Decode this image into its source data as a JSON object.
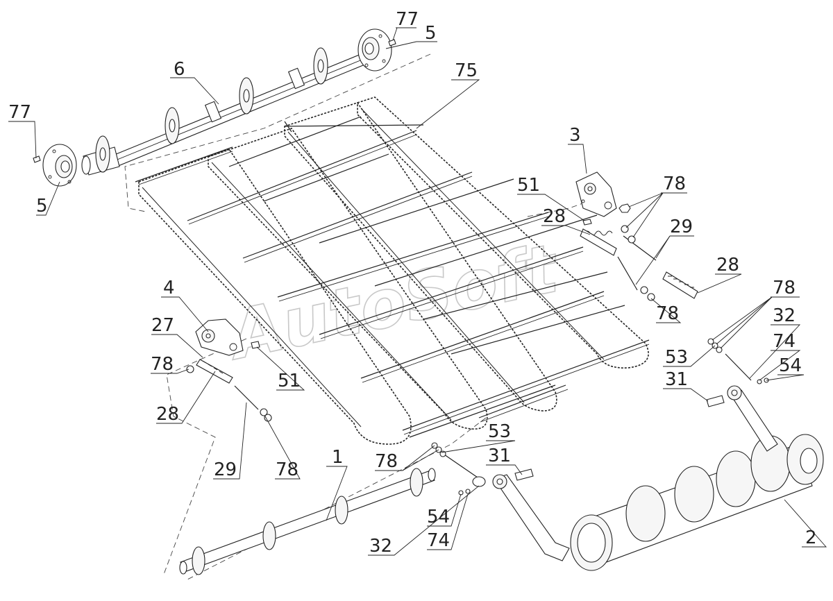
{
  "watermark": "AutoSoft",
  "callouts": [
    {
      "id": "c77a",
      "text": "77"
    },
    {
      "id": "c5a",
      "text": "5"
    },
    {
      "id": "c6",
      "text": "6"
    },
    {
      "id": "c75",
      "text": "75"
    },
    {
      "id": "c77b",
      "text": "77"
    },
    {
      "id": "c5b",
      "text": "5"
    },
    {
      "id": "c3",
      "text": "3"
    },
    {
      "id": "c51a",
      "text": "51"
    },
    {
      "id": "c78a",
      "text": "78"
    },
    {
      "id": "c28a",
      "text": "28"
    },
    {
      "id": "c29a",
      "text": "29"
    },
    {
      "id": "c28b",
      "text": "28"
    },
    {
      "id": "c78b",
      "text": "78"
    },
    {
      "id": "c4",
      "text": "4"
    },
    {
      "id": "c27",
      "text": "27"
    },
    {
      "id": "c78c",
      "text": "78"
    },
    {
      "id": "c51b",
      "text": "51"
    },
    {
      "id": "c28c",
      "text": "28"
    },
    {
      "id": "c29b",
      "text": "29"
    },
    {
      "id": "c78d",
      "text": "78"
    },
    {
      "id": "c78e",
      "text": "78"
    },
    {
      "id": "c32a",
      "text": "32"
    },
    {
      "id": "c74a",
      "text": "74"
    },
    {
      "id": "c53a",
      "text": "53"
    },
    {
      "id": "c54a",
      "text": "54"
    },
    {
      "id": "c31a",
      "text": "31"
    },
    {
      "id": "c53b",
      "text": "53"
    },
    {
      "id": "c78f",
      "text": "78"
    },
    {
      "id": "c31b",
      "text": "31"
    },
    {
      "id": "c1",
      "text": "1"
    },
    {
      "id": "c54b",
      "text": "54"
    },
    {
      "id": "c74b",
      "text": "74"
    },
    {
      "id": "c32b",
      "text": "32"
    },
    {
      "id": "c2",
      "text": "2"
    }
  ]
}
